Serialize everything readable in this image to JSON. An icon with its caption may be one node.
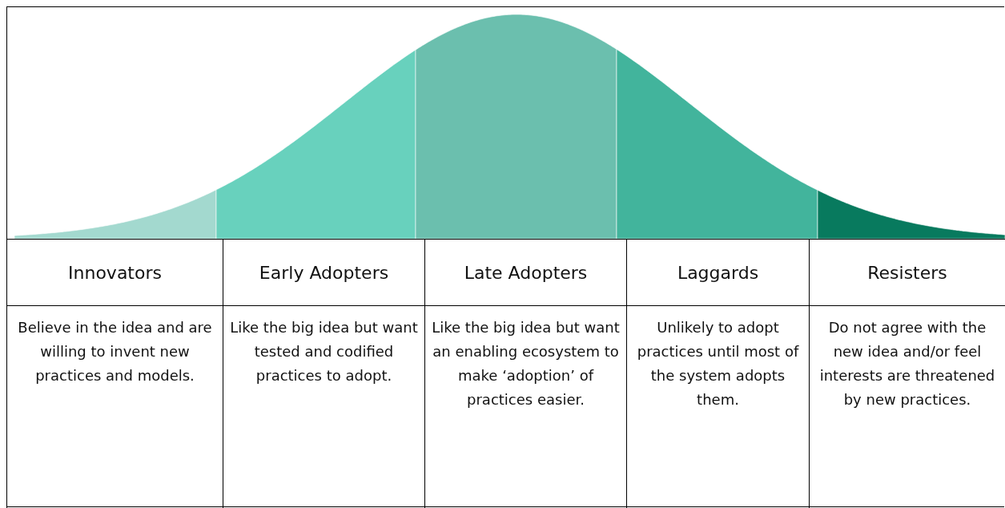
{
  "diagram": {
    "labels": [
      "Innovators",
      "Early Adopters",
      "Late Adopters",
      "Laggards",
      "Resisters",
      "Believe in the idea and are willing to invent new practices and models.",
      "Like the big idea but want tested and codified practices to adopt.",
      "Like the big idea but want an enabling ecosystem to make ‘adoption’ of practices easier.",
      "Unlikely to adopt practices until most of the system adopts them.",
      "Do not agree with the new idea and/or feel interests are threatened by new practices."
    ]
  }
}
